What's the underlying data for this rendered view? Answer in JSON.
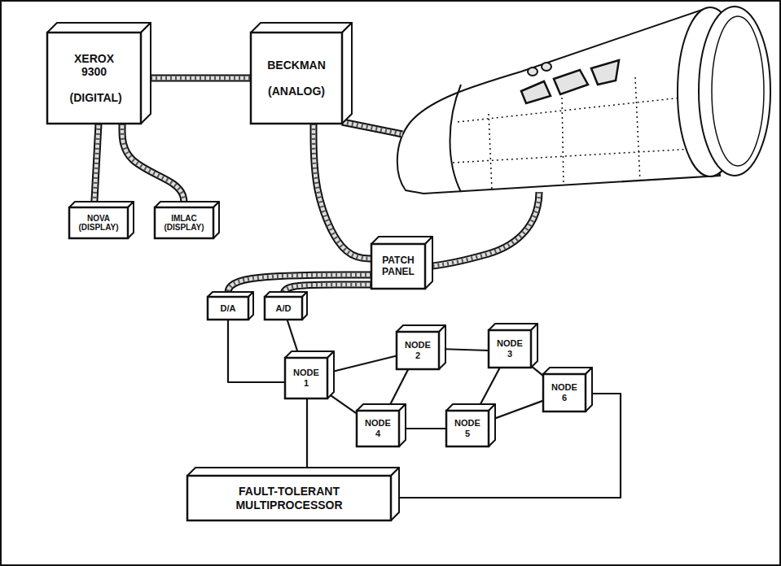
{
  "diagram": {
    "nodes": [
      {
        "text": [
          "XEROX 9300",
          "(DIGITAL)"
        ]
      },
      {
        "text": [
          "BECKMAN",
          "(ANALOG)"
        ]
      },
      {
        "text": [
          "NOVA (DISPLAY)"
        ]
      },
      {
        "text": [
          "IMLAC (DISPLAY)"
        ]
      },
      {
        "text": [
          "PATCH PANEL"
        ]
      },
      {
        "text": [
          "D/A"
        ]
      },
      {
        "text": [
          "A/D"
        ]
      },
      {
        "text": [
          "NODE 1"
        ]
      },
      {
        "text": [
          "NODE 2"
        ]
      },
      {
        "text": [
          "NODE 3"
        ]
      },
      {
        "text": [
          "NODE 4"
        ]
      },
      {
        "text": [
          "NODE 5"
        ]
      },
      {
        "text": [
          "NODE 6"
        ]
      },
      {
        "text": [
          "FAULT-TOLERANT MULTIPROCESSOR"
        ]
      }
    ],
    "edges": [
      {
        "from": 0,
        "to": 1,
        "arrow": "none"
      },
      {
        "from": 0,
        "to": 2,
        "arrow": "none"
      },
      {
        "from": 0,
        "to": 3,
        "arrow": "none"
      },
      {
        "from": 1,
        "to": 4,
        "arrow": "none"
      },
      {
        "from": 4,
        "to": 5,
        "arrow": "none"
      },
      {
        "from": 4,
        "to": 6,
        "arrow": "none"
      },
      {
        "from": 5,
        "to": 7,
        "arrow": "none"
      },
      {
        "from": 6,
        "to": 7,
        "arrow": "none"
      },
      {
        "from": 7,
        "to": 8,
        "arrow": "none"
      },
      {
        "from": 7,
        "to": 10,
        "arrow": "none"
      },
      {
        "from": 8,
        "to": 9,
        "arrow": "none"
      },
      {
        "from": 8,
        "to": 10,
        "arrow": "none"
      },
      {
        "from": 9,
        "to": 11,
        "arrow": "none"
      },
      {
        "from": 10,
        "to": 11,
        "arrow": "none"
      },
      {
        "from": 11,
        "to": 12,
        "arrow": "none"
      },
      {
        "from": 9,
        "to": 12,
        "arrow": "none"
      },
      {
        "from": 7,
        "to": 13,
        "arrow": "none"
      },
      {
        "from": 12,
        "to": 13,
        "arrow": "none"
      }
    ]
  }
}
